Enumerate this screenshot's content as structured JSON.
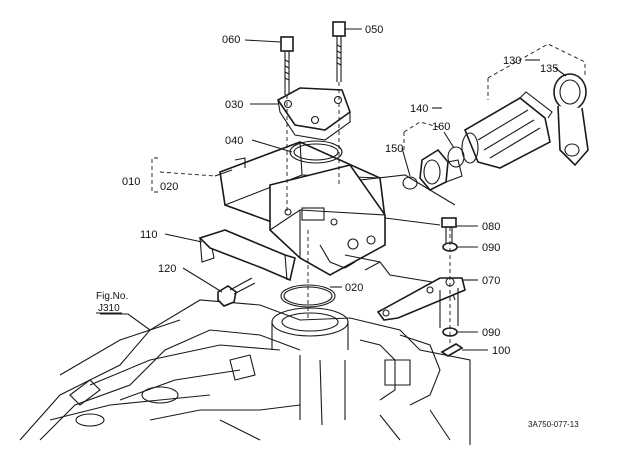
{
  "diagram": {
    "figure_ref_line1": "Fig.No.",
    "figure_ref_line2": "J310",
    "drawing_code": "3A750-077-13",
    "parts": [
      {
        "id": "p060",
        "label": "060"
      },
      {
        "id": "p050",
        "label": "050"
      },
      {
        "id": "p030",
        "label": "030"
      },
      {
        "id": "p040",
        "label": "040"
      },
      {
        "id": "p010",
        "label": "010"
      },
      {
        "id": "p020a",
        "label": "020"
      },
      {
        "id": "p110",
        "label": "110"
      },
      {
        "id": "p120",
        "label": "120"
      },
      {
        "id": "p020b",
        "label": "020"
      },
      {
        "id": "p130",
        "label": "130"
      },
      {
        "id": "p135",
        "label": "135"
      },
      {
        "id": "p140",
        "label": "140"
      },
      {
        "id": "p150",
        "label": "150"
      },
      {
        "id": "p160",
        "label": "160"
      },
      {
        "id": "p080",
        "label": "080"
      },
      {
        "id": "p090a",
        "label": "090"
      },
      {
        "id": "p070",
        "label": "070"
      },
      {
        "id": "p090b",
        "label": "090"
      },
      {
        "id": "p100",
        "label": "100"
      }
    ]
  }
}
